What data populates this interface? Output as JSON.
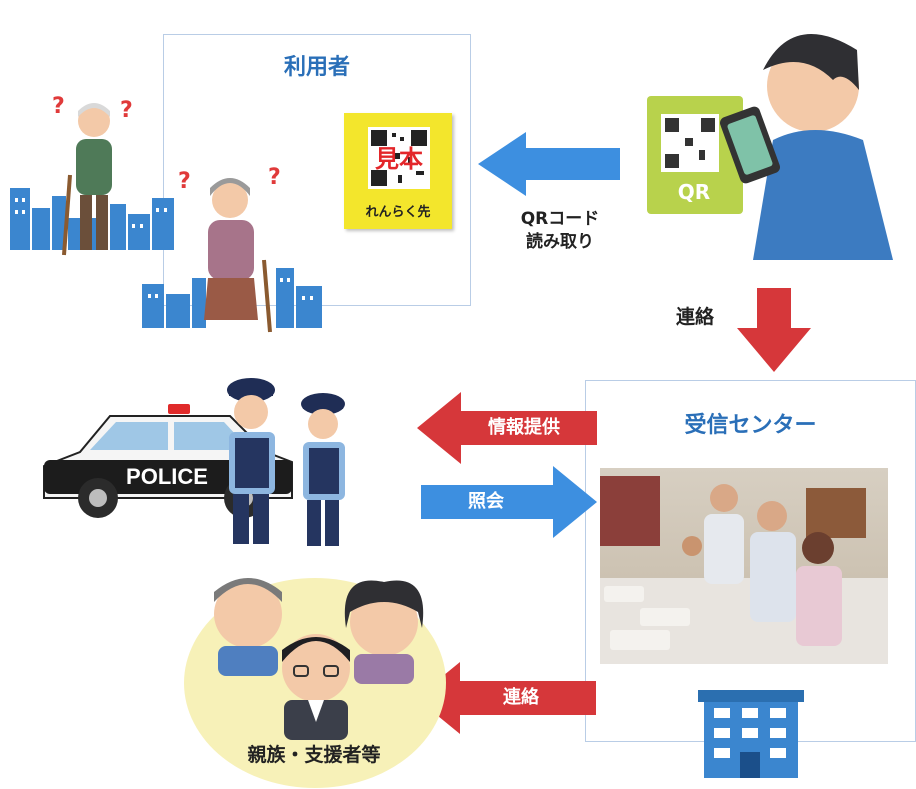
{
  "user_panel": {
    "title": "利用者"
  },
  "qr_tag": {
    "badge_text": "見本",
    "footer_text": "れんらく先"
  },
  "scan": {
    "caption_line1": "QRコード",
    "caption_line2": "読み取り",
    "phone_tag": "QR"
  },
  "contact_down": {
    "label": "連絡"
  },
  "center_panel": {
    "title": "受信センター"
  },
  "arrow_info": {
    "label": "情報提供"
  },
  "arrow_inquiry": {
    "label": "照会"
  },
  "arrow_contact": {
    "label": "連絡"
  },
  "police_car": {
    "text": "POLICE"
  },
  "family": {
    "label": "親族・支援者等"
  },
  "colors": {
    "blue_arrow": "#3d8fe0",
    "red_arrow": "#d6373a",
    "title_blue": "#2a6fb8",
    "city_blue": "#3b86cf"
  }
}
